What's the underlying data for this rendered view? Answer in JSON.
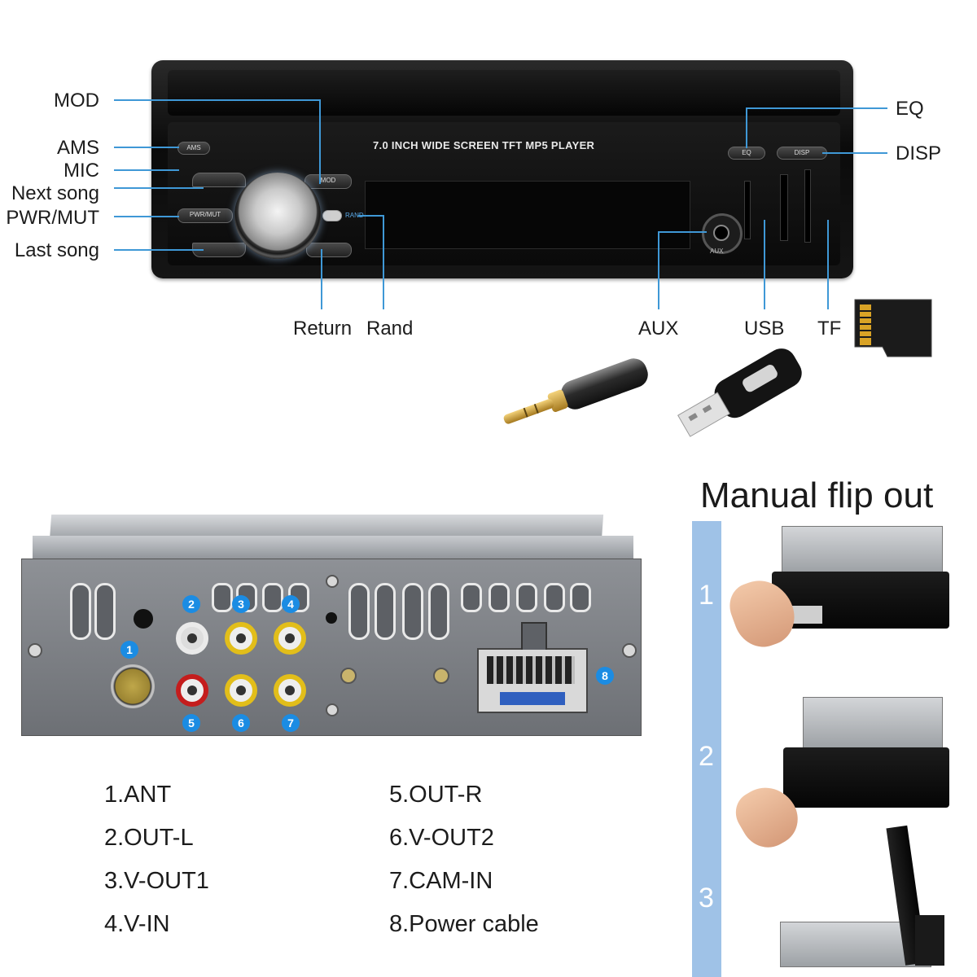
{
  "front": {
    "header_text": "7.0 INCH WIDE SCREEN TFT  MP5  PLAYER",
    "buttons": {
      "ams": "AMS",
      "eq": "EQ",
      "disp": "DISP",
      "aux": "AUX",
      "mod": "MOD",
      "pwr": "PWR/MUT",
      "rand": "RAND"
    },
    "labels": {
      "mod": "MOD",
      "ams": "AMS",
      "mic": "MIC",
      "next_song": "Next song",
      "pwr_mut": "PWR/MUT",
      "last_song": "Last song",
      "return": "Return",
      "rand": "Rand",
      "aux": "AUX",
      "usb": "USB",
      "tf": "TF",
      "eq": "EQ",
      "disp": "DISP"
    }
  },
  "rear": {
    "port_numbers": [
      "1",
      "2",
      "3",
      "4",
      "5",
      "6",
      "7",
      "8"
    ],
    "legend": [
      "1.ANT",
      "2.OUT-L",
      "3.V-OUT1",
      "4.V-IN",
      "5.OUT-R",
      "6.V-OUT2",
      "7.CAM-IN",
      "8.Power cable"
    ]
  },
  "flip": {
    "title": "Manual flip out",
    "steps": [
      "1",
      "2",
      "3"
    ]
  },
  "colors": {
    "leader_line": "#3f98d6",
    "badge": "#1b8ce3",
    "step_bar": "#9fc2e7"
  }
}
